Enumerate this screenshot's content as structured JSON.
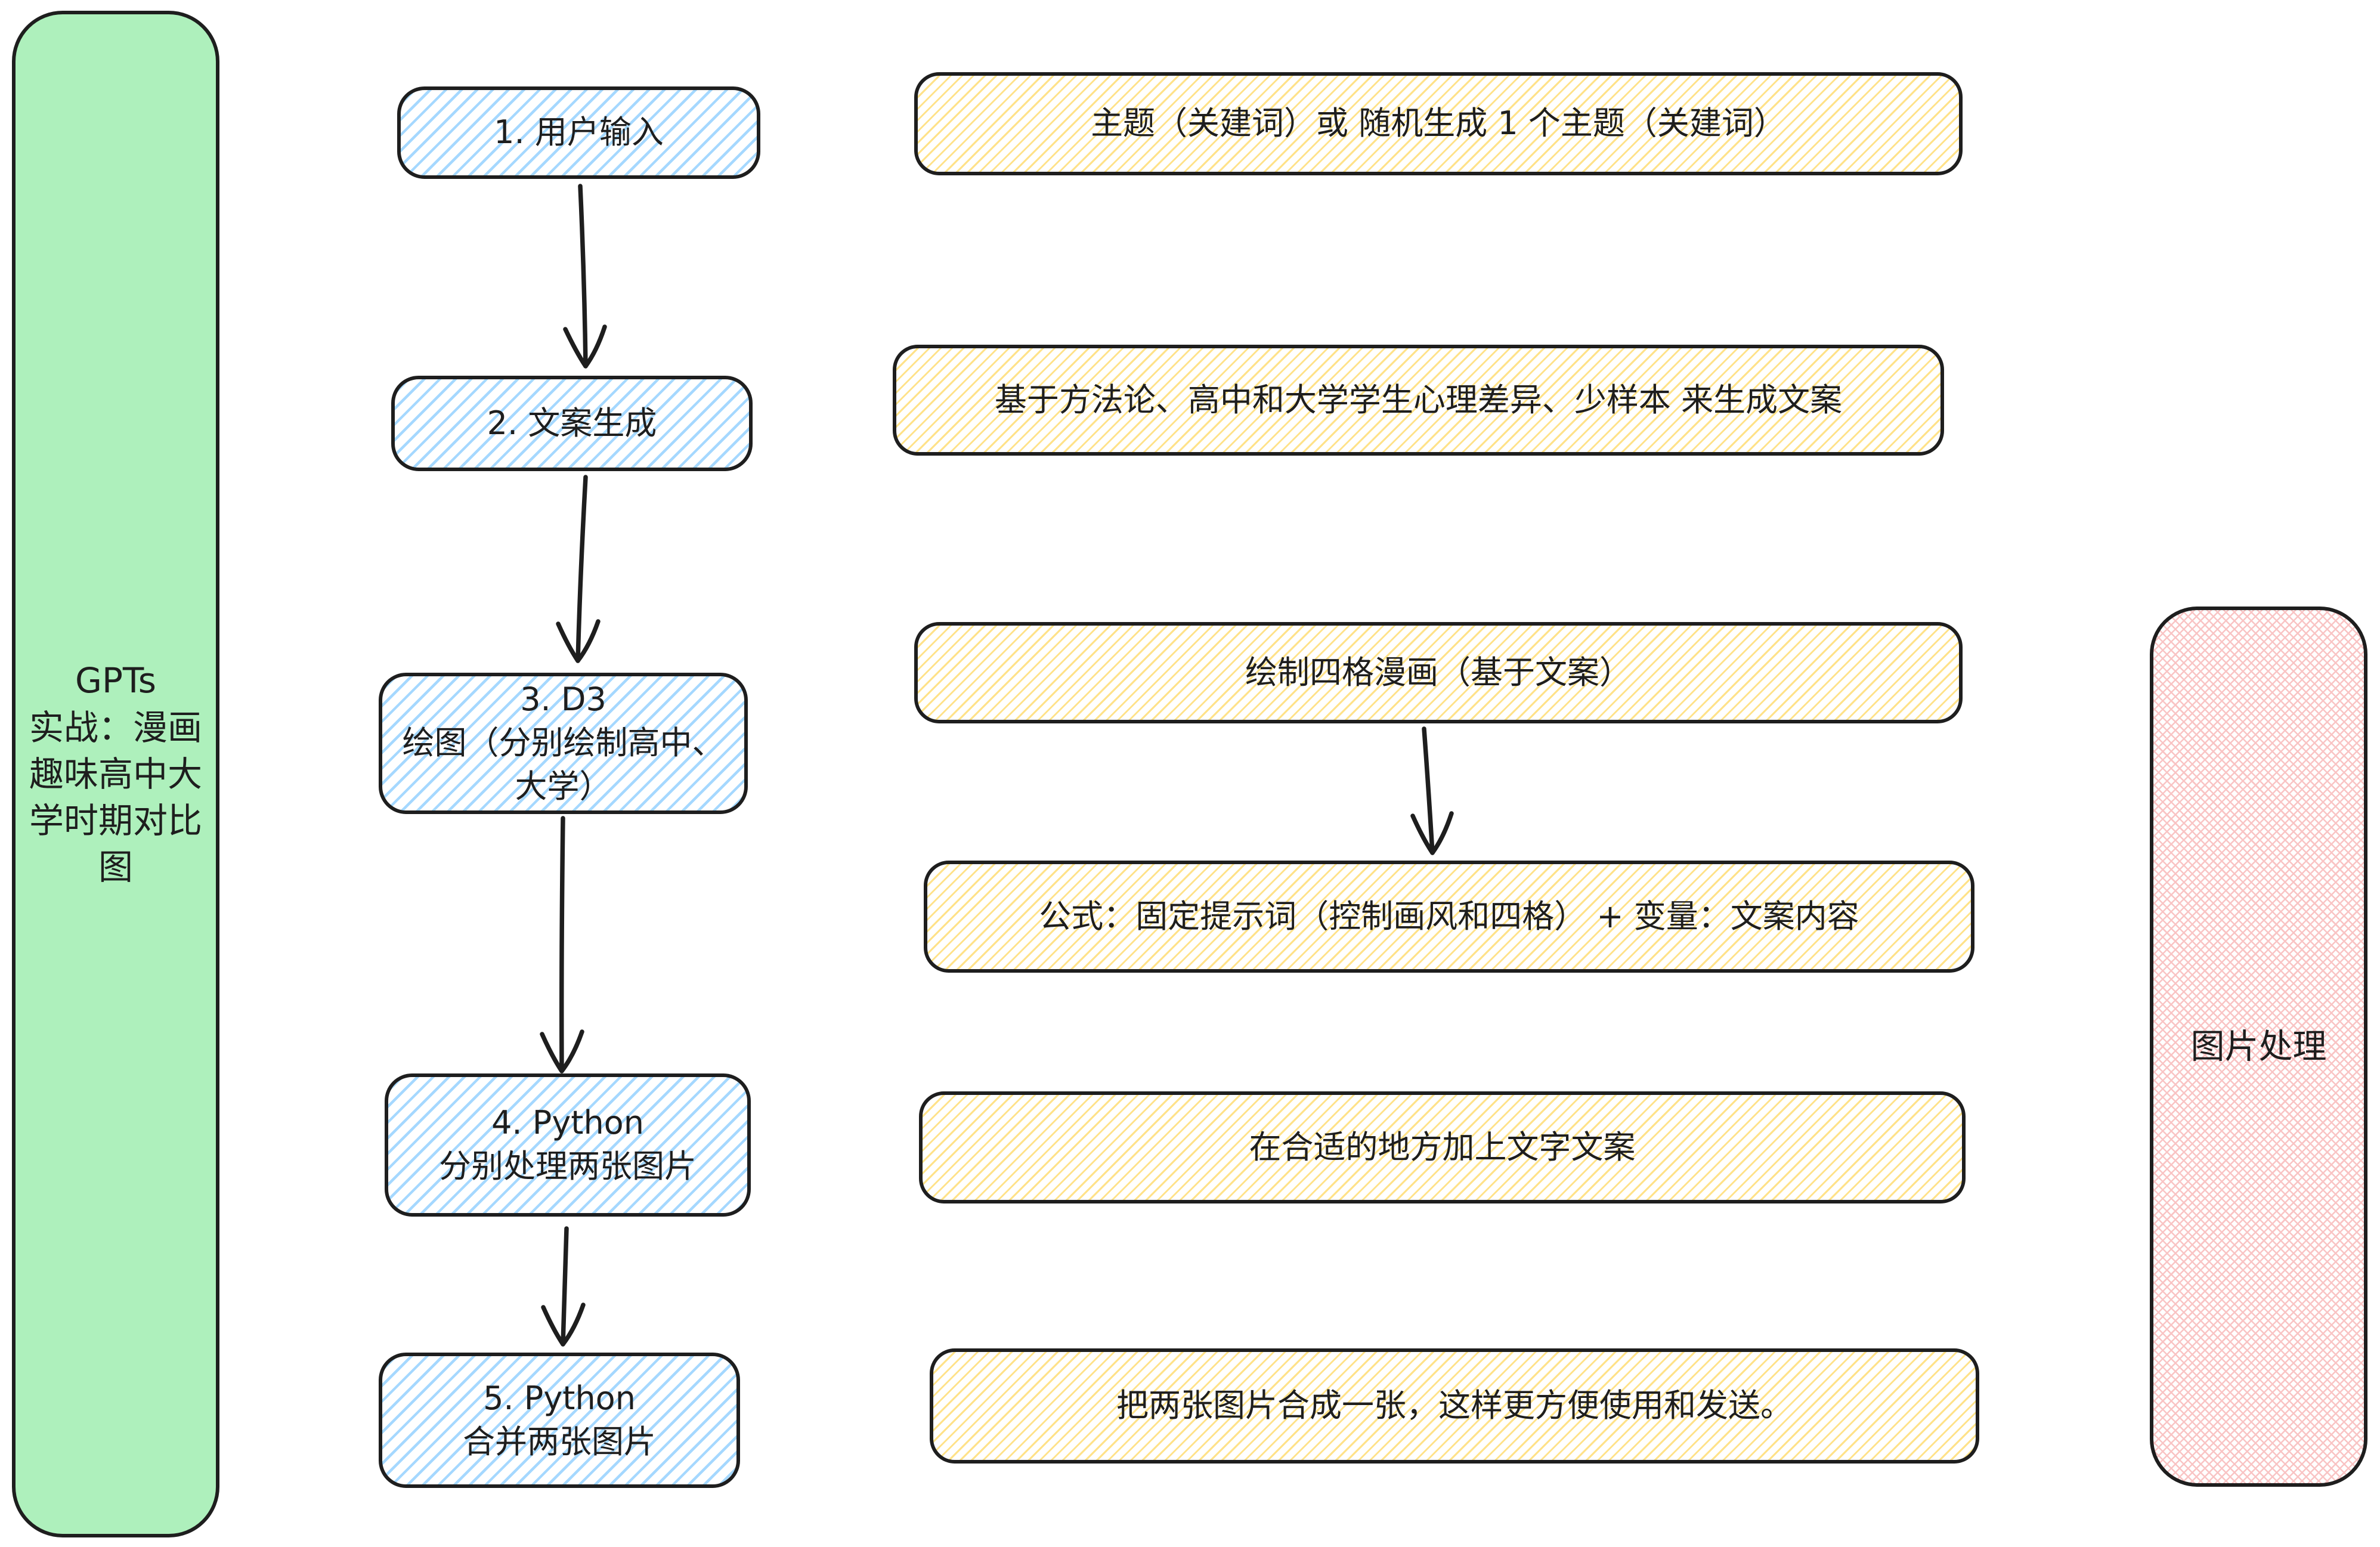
{
  "diagram": {
    "kind": "flowchart",
    "background": "#ffffff"
  },
  "palette": {
    "ink": "#1e1e1e",
    "green_fill": "#aef0bc",
    "blue_hatch": "#a5d8ff",
    "yellow_hatch": "#ffe289",
    "pink_hatch": "#f9c4c4"
  },
  "left_panel": {
    "label": "GPTs\n实战：漫画趣味高中大学时期对比图"
  },
  "steps": [
    {
      "label": "1. 用户输入"
    },
    {
      "label": "2. 文案生成"
    },
    {
      "label": "3. D3\n绘图（分别绘制高中、大学）"
    },
    {
      "label": "4. Python\n分别处理两张图片"
    },
    {
      "label": "5. Python\n合并两张图片"
    }
  ],
  "notes": [
    {
      "label": "主题（关建词）或 随机生成 1 个主题（关建词）"
    },
    {
      "label": "基于方法论、高中和大学学生心理差异、少样本 来生成文案"
    },
    {
      "label": "绘制四格漫画（基于文案）"
    },
    {
      "label": "公式：固定提示词（控制画风和四格） + 变量：文案内容"
    },
    {
      "label": "在合适的地方加上文字文案"
    },
    {
      "label": "把两张图片合成一张，这样更方便使用和发送。"
    }
  ],
  "right_panel": {
    "label": "图片处理"
  }
}
